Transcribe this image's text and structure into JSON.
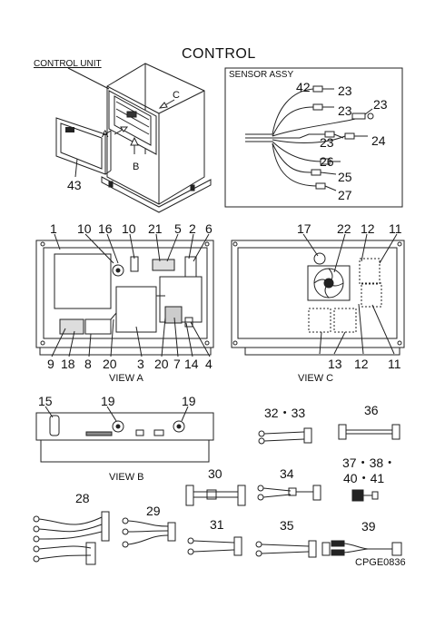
{
  "title": "CONTROL",
  "control_unit_label": "CONTROL UNIT",
  "sensor_assy_label": "SENSOR ASSY",
  "arrow_labels": {
    "a": "A",
    "b": "B",
    "c": "C"
  },
  "view_a_label": "VIEW A",
  "view_b_label": "VIEW B",
  "view_c_label": "VIEW C",
  "code": "CPGE0836",
  "parts": {
    "p1": "1",
    "p2": "2",
    "p3": "3",
    "p4": "4",
    "p5": "5",
    "p6": "6",
    "p7": "7",
    "p8": "8",
    "p9": "9",
    "p10a": "10",
    "p10b": "10",
    "p11a": "11",
    "p11b": "11",
    "p12a": "12",
    "p12b": "12",
    "p13": "13",
    "p14": "14",
    "p15": "15",
    "p16": "16",
    "p17": "17",
    "p18": "18",
    "p19a": "19",
    "p19b": "19",
    "p20a": "20",
    "p20b": "20",
    "p21": "21",
    "p22": "22",
    "p23a": "23",
    "p23b": "23",
    "p23c": "23",
    "p23d": "23",
    "p24": "24",
    "p25": "25",
    "p26": "26",
    "p27": "27",
    "p28": "28",
    "p29": "29",
    "p30": "30",
    "p31": "31",
    "p32_33": "32・33",
    "p34": "34",
    "p35": "35",
    "p36": "36",
    "p37_38": "37・38・",
    "p40_41": "40・41",
    "p39": "39",
    "p42": "42",
    "p43": "43"
  }
}
